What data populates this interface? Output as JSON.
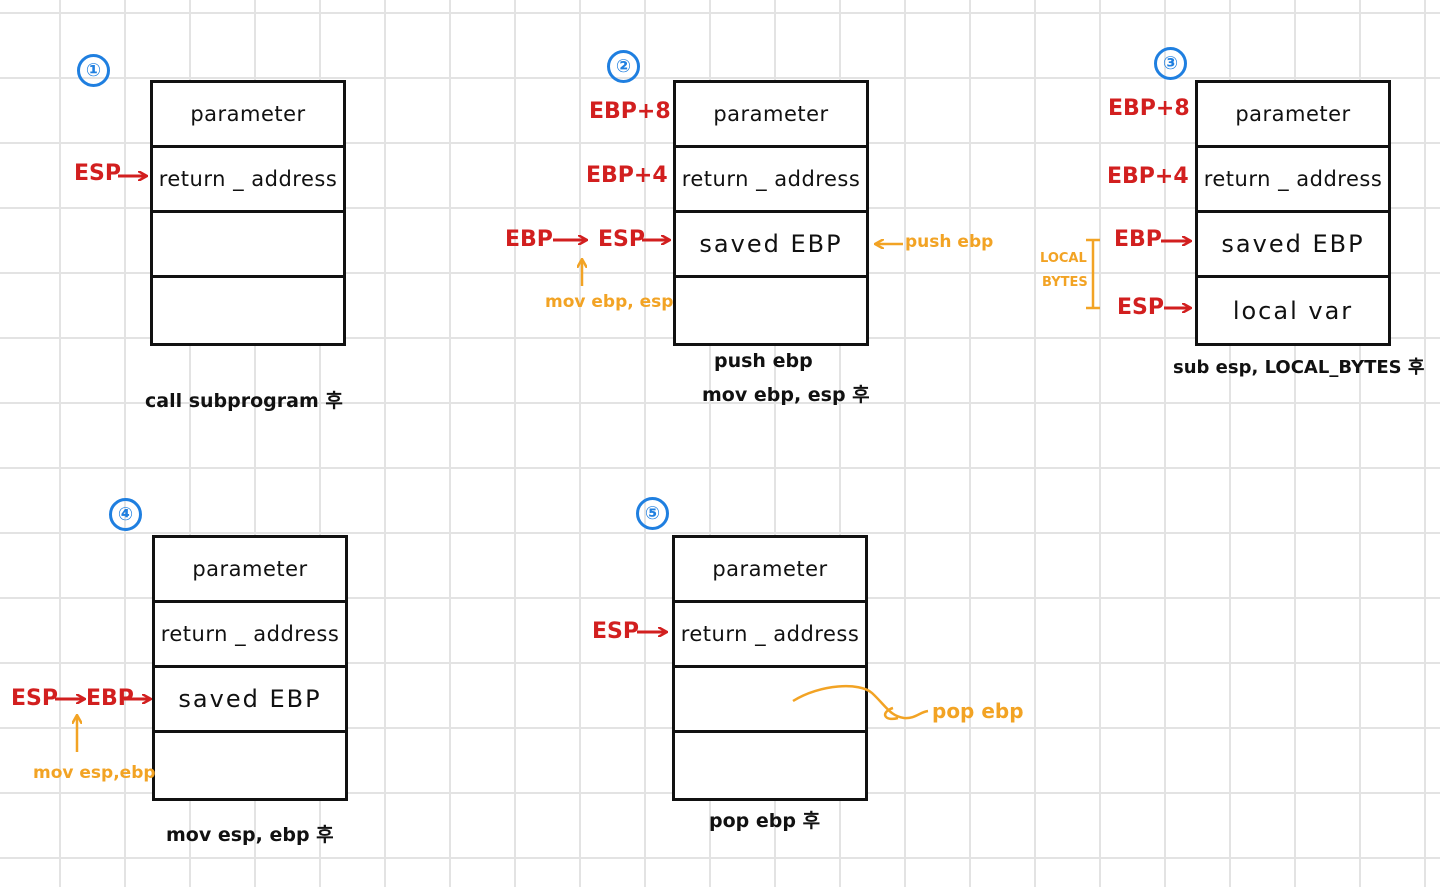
{
  "colors": {
    "register": "#d21f1f",
    "annotation": "#f2a324",
    "step_marker": "#1f7fe0",
    "grid": "#e3e3e3"
  },
  "steps": [
    {
      "marker": "①",
      "cells": [
        "parameter",
        "return _ address",
        "",
        ""
      ],
      "labels": {
        "esp": "ESP"
      },
      "caption": "call subprogram 후"
    },
    {
      "marker": "②",
      "cells": [
        "parameter",
        "return _ address",
        "saved EBP",
        ""
      ],
      "labels": {
        "ebp8": "EBP+8",
        "ebp4": "EBP+4",
        "ebp": "EBP",
        "esp": "ESP"
      },
      "annotations": {
        "push": "push ebp",
        "mov": "mov ebp, esp"
      },
      "caption_line1": "push ebp",
      "caption_line2": "mov ebp, esp 후"
    },
    {
      "marker": "③",
      "cells": [
        "parameter",
        "return _ address",
        "saved EBP",
        "local var"
      ],
      "labels": {
        "ebp8": "EBP+8",
        "ebp4": "EBP+4",
        "ebp": "EBP",
        "esp": "ESP"
      },
      "annotations": {
        "local_line1": "LOCAL",
        "local_line2": "BYTES"
      },
      "caption": "sub esp, LOCAL_BYTES 후"
    },
    {
      "marker": "④",
      "cells": [
        "parameter",
        "return _ address",
        "saved EBP",
        ""
      ],
      "labels": {
        "esp": "ESP",
        "ebp": "EBP"
      },
      "annotations": {
        "mov": "mov esp,ebp"
      },
      "caption": "mov esp, ebp 후"
    },
    {
      "marker": "⑤",
      "cells": [
        "parameter",
        "return _ address",
        "",
        ""
      ],
      "labels": {
        "esp": "ESP"
      },
      "annotations": {
        "pop": "pop ebp"
      },
      "caption": "pop ebp 후"
    }
  ]
}
